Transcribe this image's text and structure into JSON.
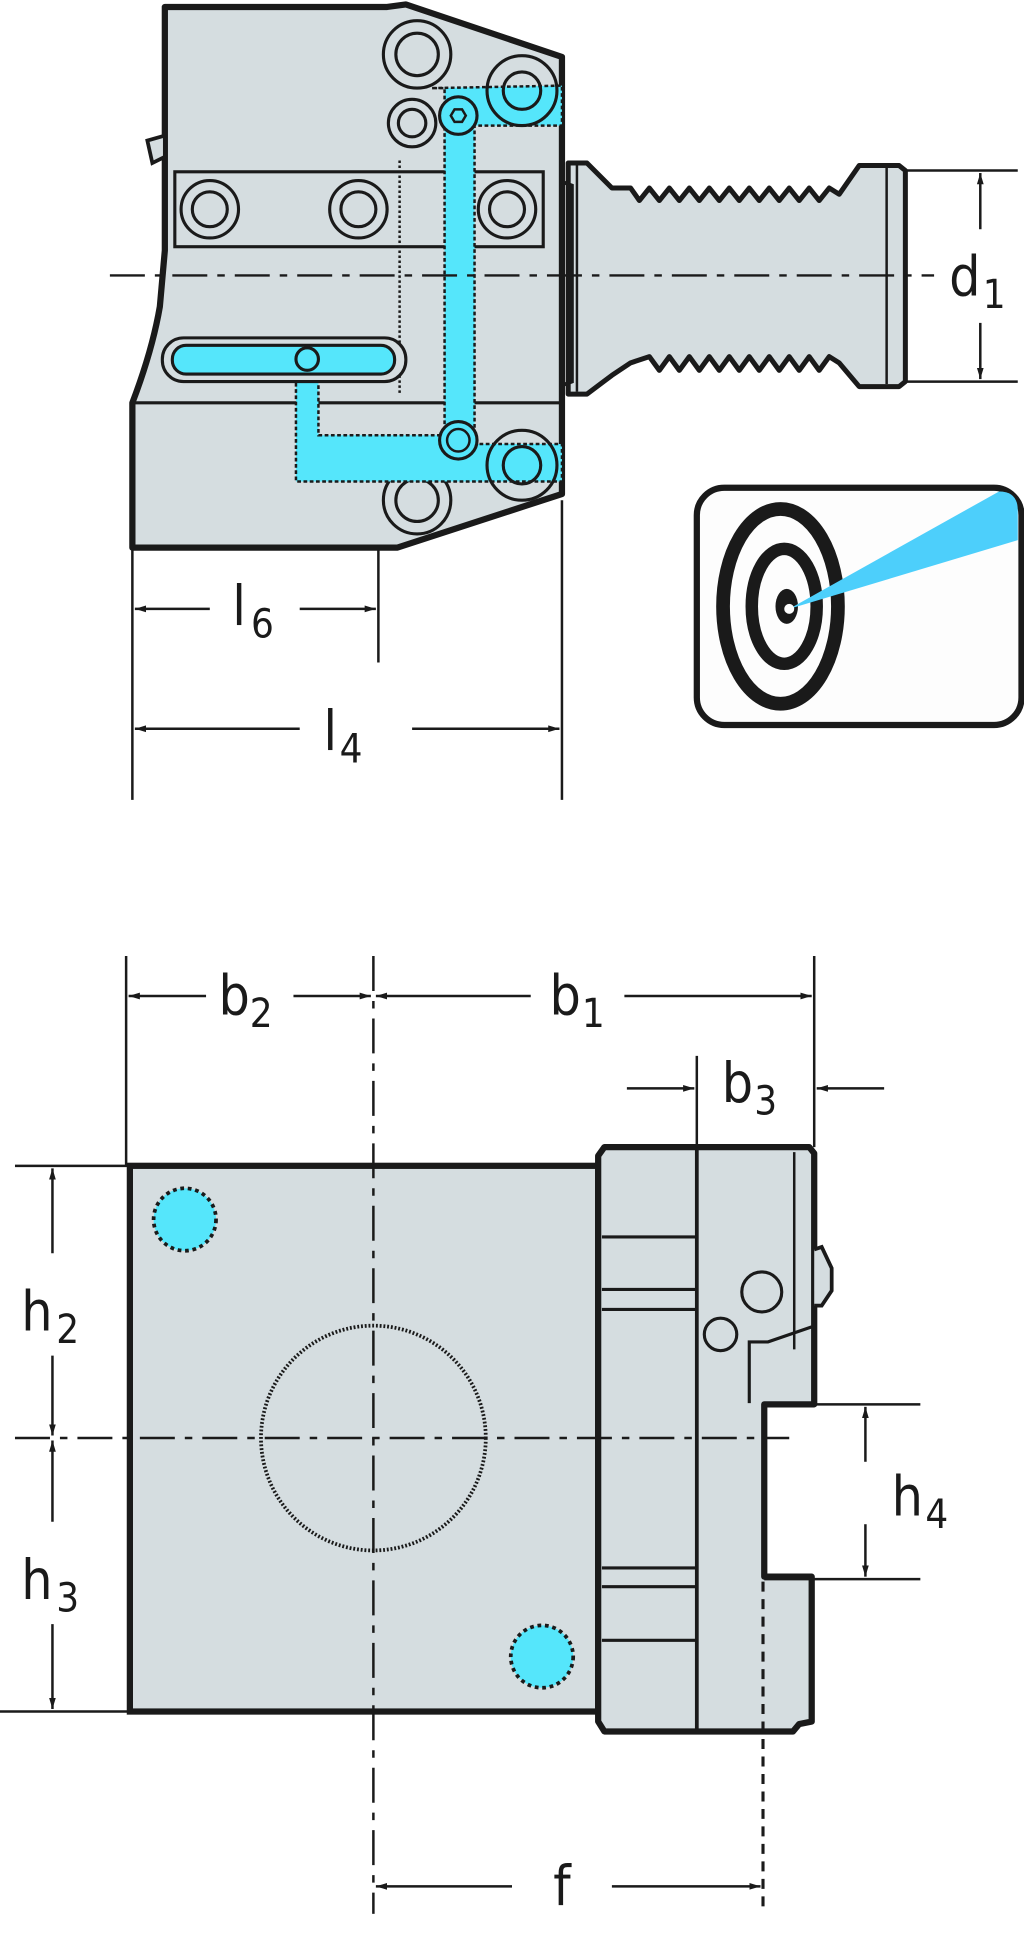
{
  "colors": {
    "body_fill": "#d5dde0",
    "outline": "#1a1a1a",
    "coolant": "#55e6fb",
    "icon_beam": "#4dcffb"
  },
  "top_view": {
    "dimensions": {
      "d1": {
        "main": "d",
        "sub": "1"
      },
      "l6": {
        "main": "l",
        "sub": "6"
      },
      "l4": {
        "main": "l",
        "sub": "4"
      }
    }
  },
  "front_view": {
    "dimensions": {
      "b2": {
        "main": "b",
        "sub": "2"
      },
      "b1": {
        "main": "b",
        "sub": "1"
      },
      "b3": {
        "main": "b",
        "sub": "3"
      },
      "h2": {
        "main": "h",
        "sub": "2"
      },
      "h3": {
        "main": "h",
        "sub": "3"
      },
      "h4": {
        "main": "h",
        "sub": "4"
      },
      "f": {
        "main": "f"
      }
    }
  },
  "icon": {
    "name": "target-coolant-icon"
  }
}
